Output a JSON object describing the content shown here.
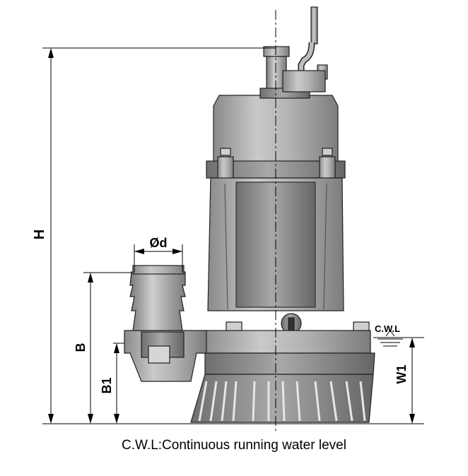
{
  "labels": {
    "height": "H",
    "discharge_diameter": "Ød",
    "b_dim": "B",
    "b1_dim": "B1",
    "w1_dim": "W1",
    "cwl": "C.W.L"
  },
  "caption": "C.W.L:Continuous running water level"
}
